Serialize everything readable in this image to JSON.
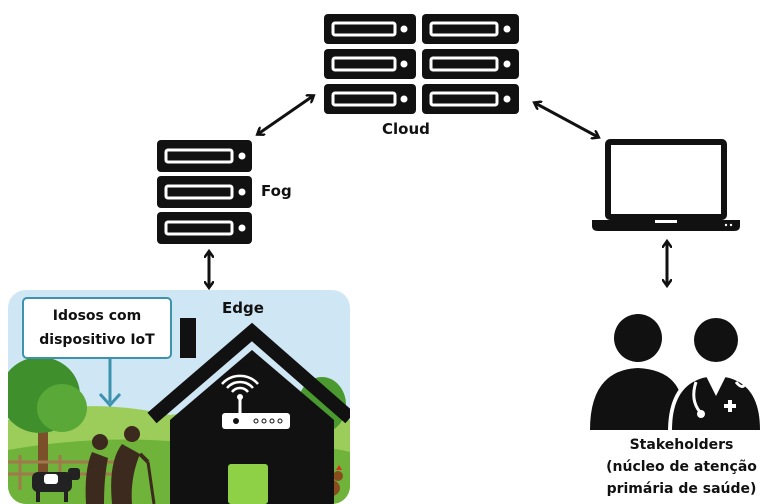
{
  "nodes": {
    "cloud": {
      "label": "Cloud"
    },
    "fog": {
      "label": "Fog"
    },
    "edge": {
      "label": "Edge"
    },
    "stakeholders": {
      "lines": [
        "Stakeholders",
        "(núcleo de atenção",
        "primária de saúde)"
      ]
    }
  },
  "edge_scene": {
    "callout_lines": [
      "Idosos com",
      "dispositivo IoT"
    ],
    "colors": {
      "sky": "#cfe6f4",
      "grass": "#7bbd3f",
      "callout_border": "#3d93ad"
    }
  },
  "colors": {
    "icon": "#111111",
    "arrow": "#111111"
  }
}
